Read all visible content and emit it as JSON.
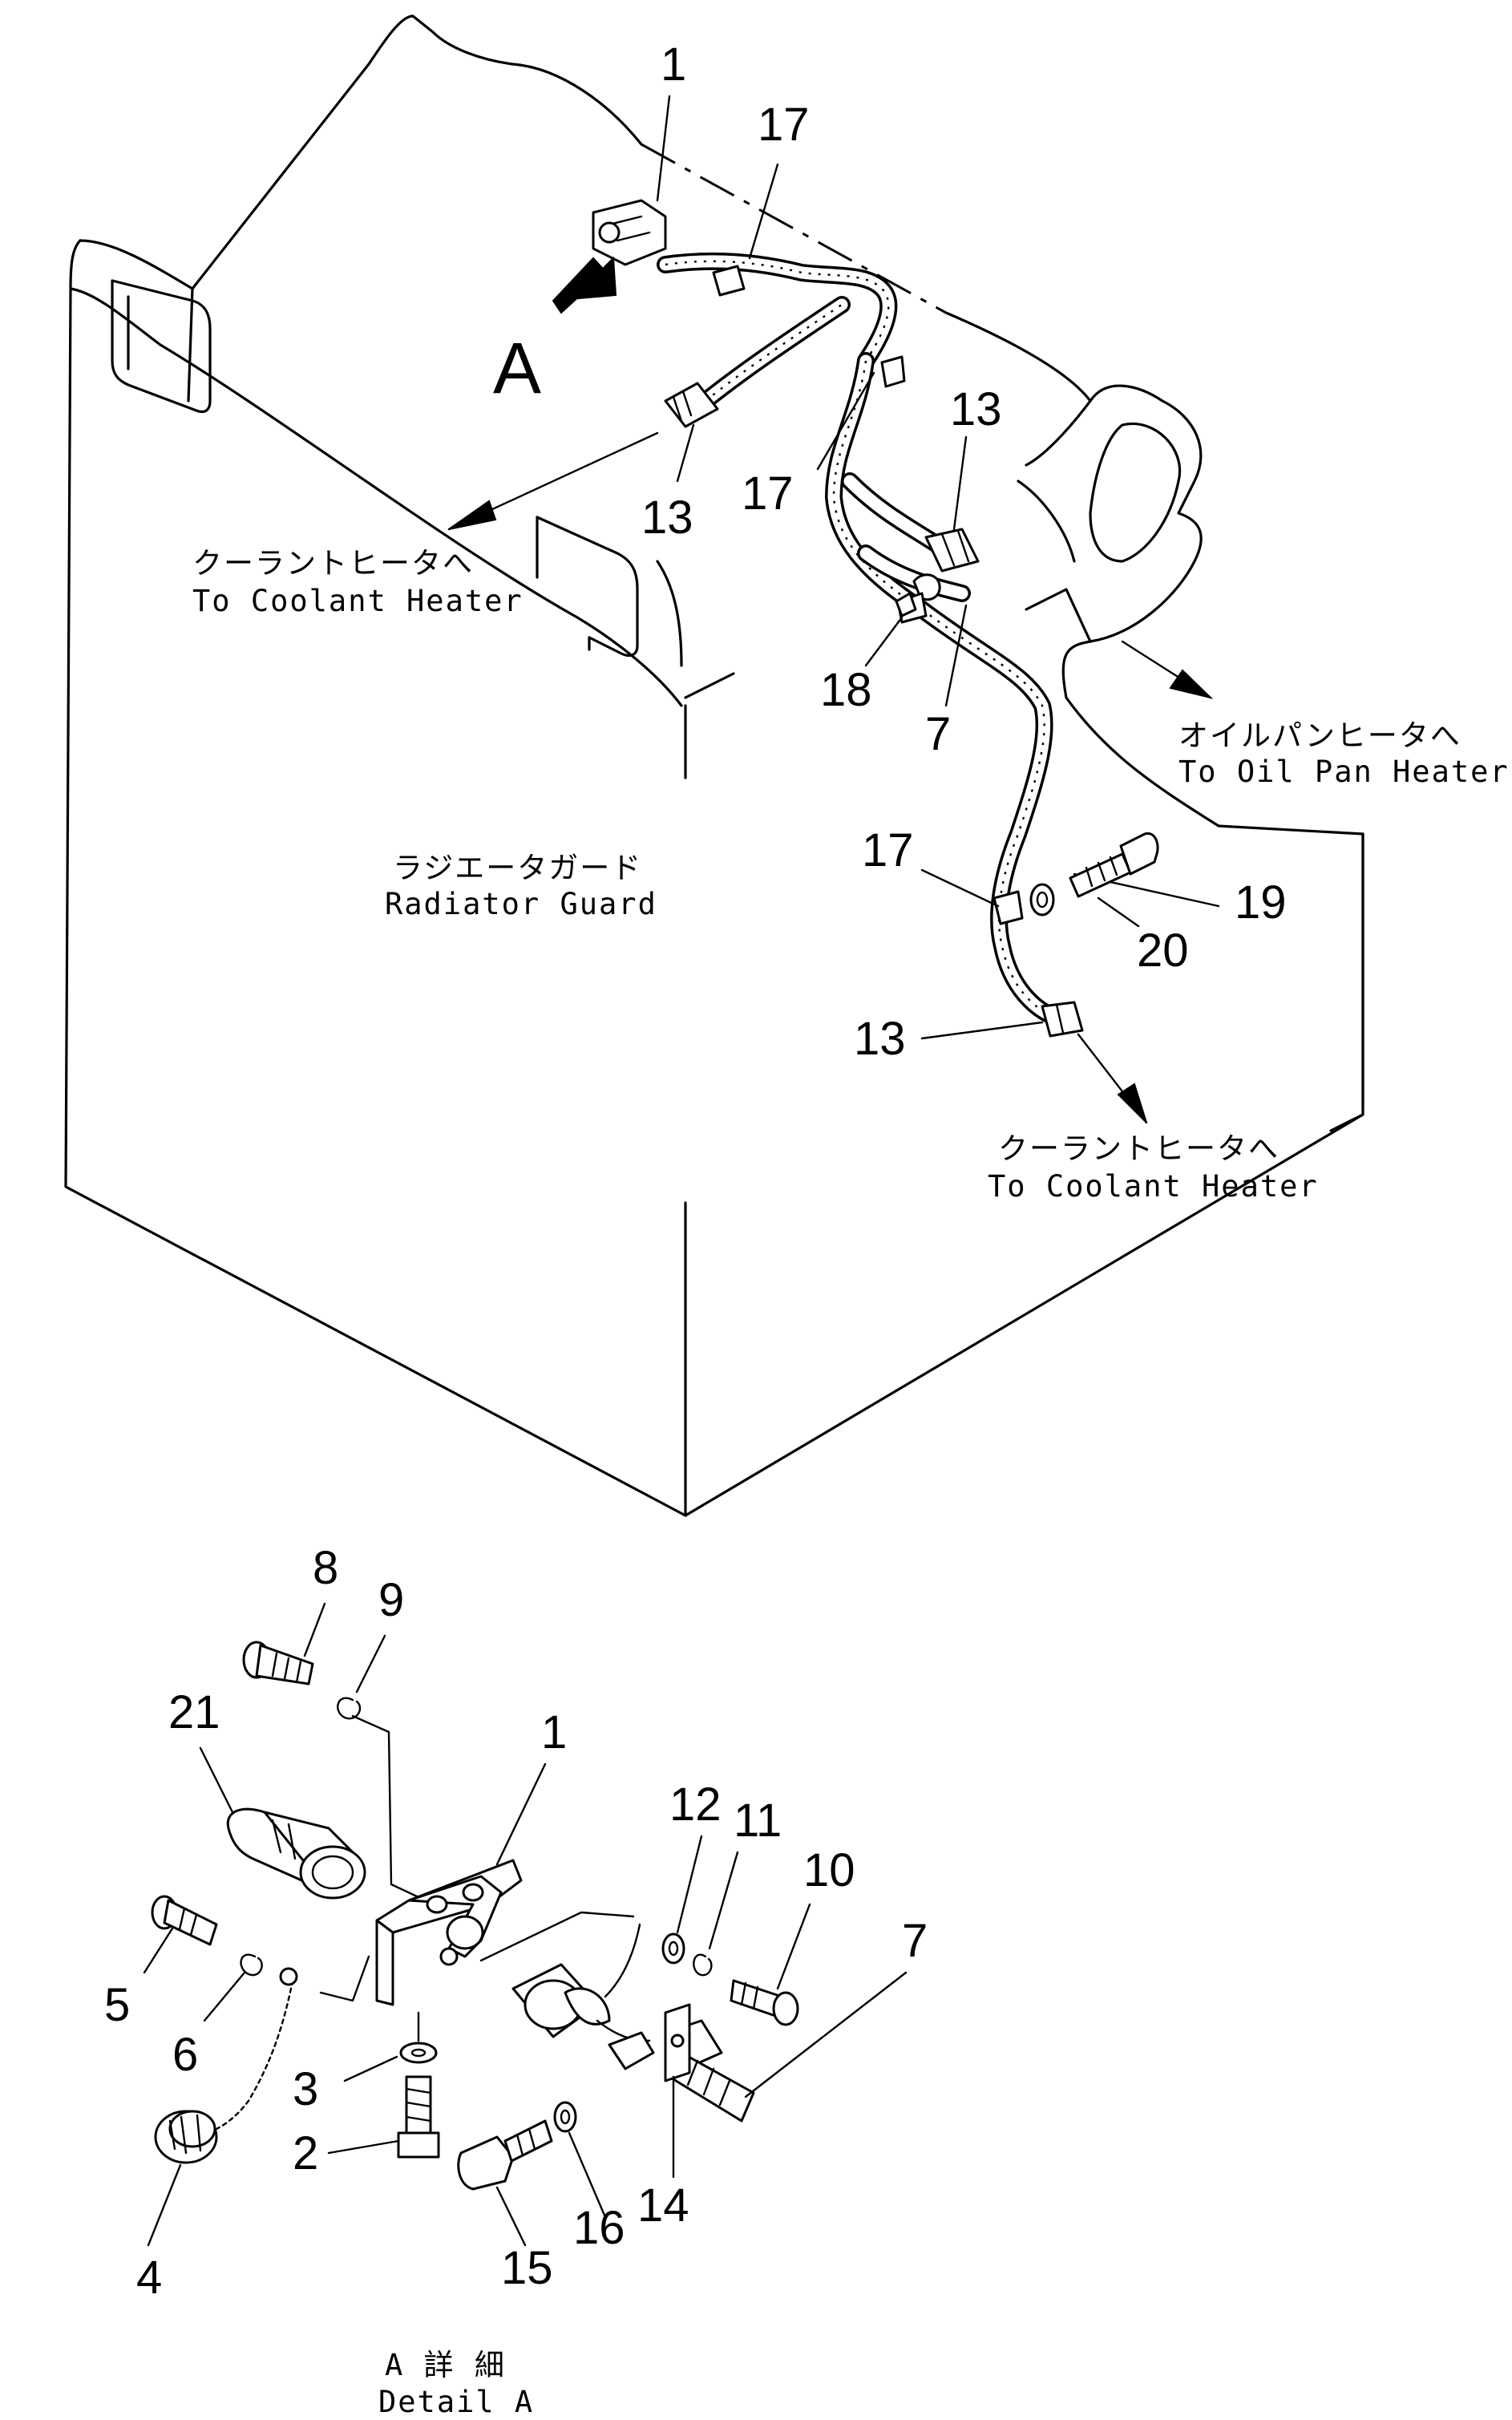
{
  "callouts": {
    "c1_top": "1",
    "c17_a": "17",
    "c13_b": "13",
    "c13_a": "13",
    "c17_b": "17",
    "c18": "18",
    "c7_top": "7",
    "c17_c": "17",
    "c19": "19",
    "c20": "20",
    "c13_c": "13",
    "c8": "8",
    "c9": "9",
    "c21": "21",
    "c1_bottom": "1",
    "c12": "12",
    "c11": "11",
    "c10": "10",
    "c7_bottom": "7",
    "c5": "5",
    "c6": "6",
    "c3": "3",
    "c2": "2",
    "c4": "4",
    "c15": "15",
    "c16": "16",
    "c14": "14"
  },
  "view_marker": "A",
  "labels": {
    "coolant_heater_1_jp": "クーラントヒータへ",
    "coolant_heater_1_en": "To  Coolant  Heater",
    "oil_pan_heater_jp": "オイルパンヒータへ",
    "oil_pan_heater_en": "To  Oil  Pan  Heater",
    "radiator_guard_jp": "ラジエータガード",
    "radiator_guard_en": "Radiator  Guard",
    "coolant_heater_2_jp": "クーラントヒータへ",
    "coolant_heater_2_en": "To  Coolant  Heater",
    "detail_jp": "A 詳 細",
    "detail_en": "Detail  A"
  }
}
